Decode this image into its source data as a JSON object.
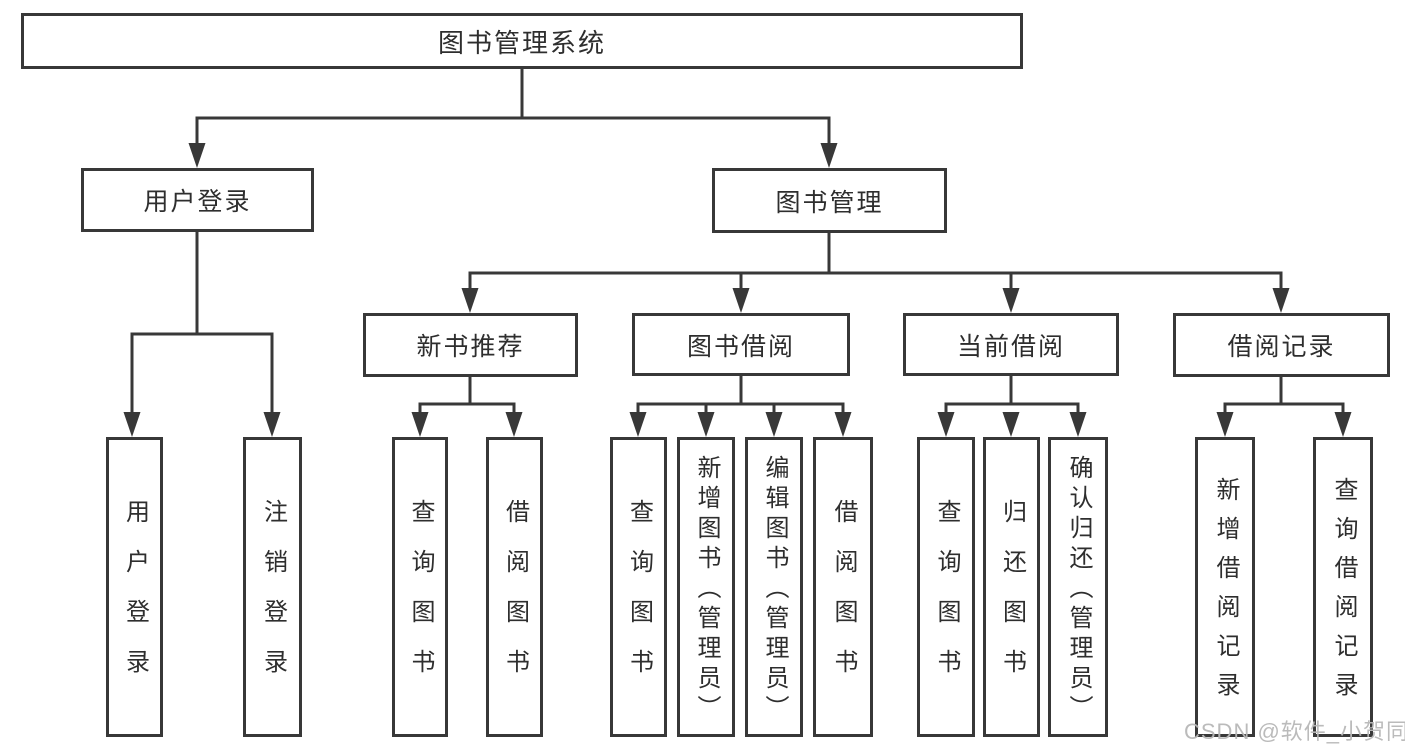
{
  "colors": {
    "line": "#383838",
    "box_border": "#383838",
    "text": "#2e2e2e",
    "background": "#ffffff",
    "watermark": "#b7b7b7"
  },
  "tree": {
    "label": "图书管理系统",
    "children": [
      {
        "label": "用户登录",
        "children": [
          {
            "label": "用户登录"
          },
          {
            "label": "注销登录"
          }
        ]
      },
      {
        "label": "图书管理",
        "children": [
          {
            "label": "新书推荐",
            "children": [
              {
                "label": "查询图书"
              },
              {
                "label": "借阅图书"
              }
            ]
          },
          {
            "label": "图书借阅",
            "children": [
              {
                "label": "查询图书"
              },
              {
                "label": "新增图书（管理员）"
              },
              {
                "label": "编辑图书（管理员）"
              },
              {
                "label": "借阅图书"
              }
            ]
          },
          {
            "label": "当前借阅",
            "children": [
              {
                "label": "查询图书"
              },
              {
                "label": "归还图书"
              },
              {
                "label": "确认归还（管理员）"
              }
            ]
          },
          {
            "label": "借阅记录",
            "children": [
              {
                "label": "新增借阅记录"
              },
              {
                "label": "查询借阅记录"
              }
            ]
          }
        ]
      }
    ]
  },
  "watermark": {
    "text": "CSDN @软件_小贺同学"
  }
}
